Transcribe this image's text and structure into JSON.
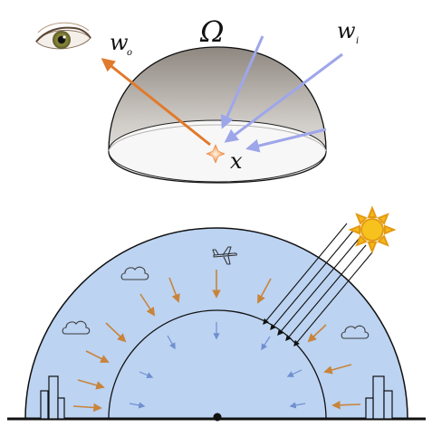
{
  "top_diagram": {
    "omega_label": "Ω",
    "outgoing_label": "w",
    "outgoing_subscript": "o",
    "incoming_label": "w",
    "incoming_subscript": "i",
    "point_label": "x",
    "colors": {
      "outgoing_arrow": "#e07a2c",
      "incoming_arrow": "#9ea6ea",
      "dome_top": "#9a948d",
      "dome_bottom": "#efefef",
      "hit_point": "#f0a060"
    },
    "icons": [
      "eye-icon",
      "hit-point-icon"
    ]
  },
  "bottom_diagram": {
    "colors": {
      "sky": "#bcd3f2",
      "outline": "#111111",
      "sky_arrow": "#c8843a",
      "inner_arrow": "#6f8fd0",
      "sun": "#f5b818",
      "sun_arrow": "#111111"
    },
    "icons": [
      "sun-icon",
      "airplane-icon",
      "cloud-icon",
      "building-icon",
      "point-icon"
    ]
  }
}
